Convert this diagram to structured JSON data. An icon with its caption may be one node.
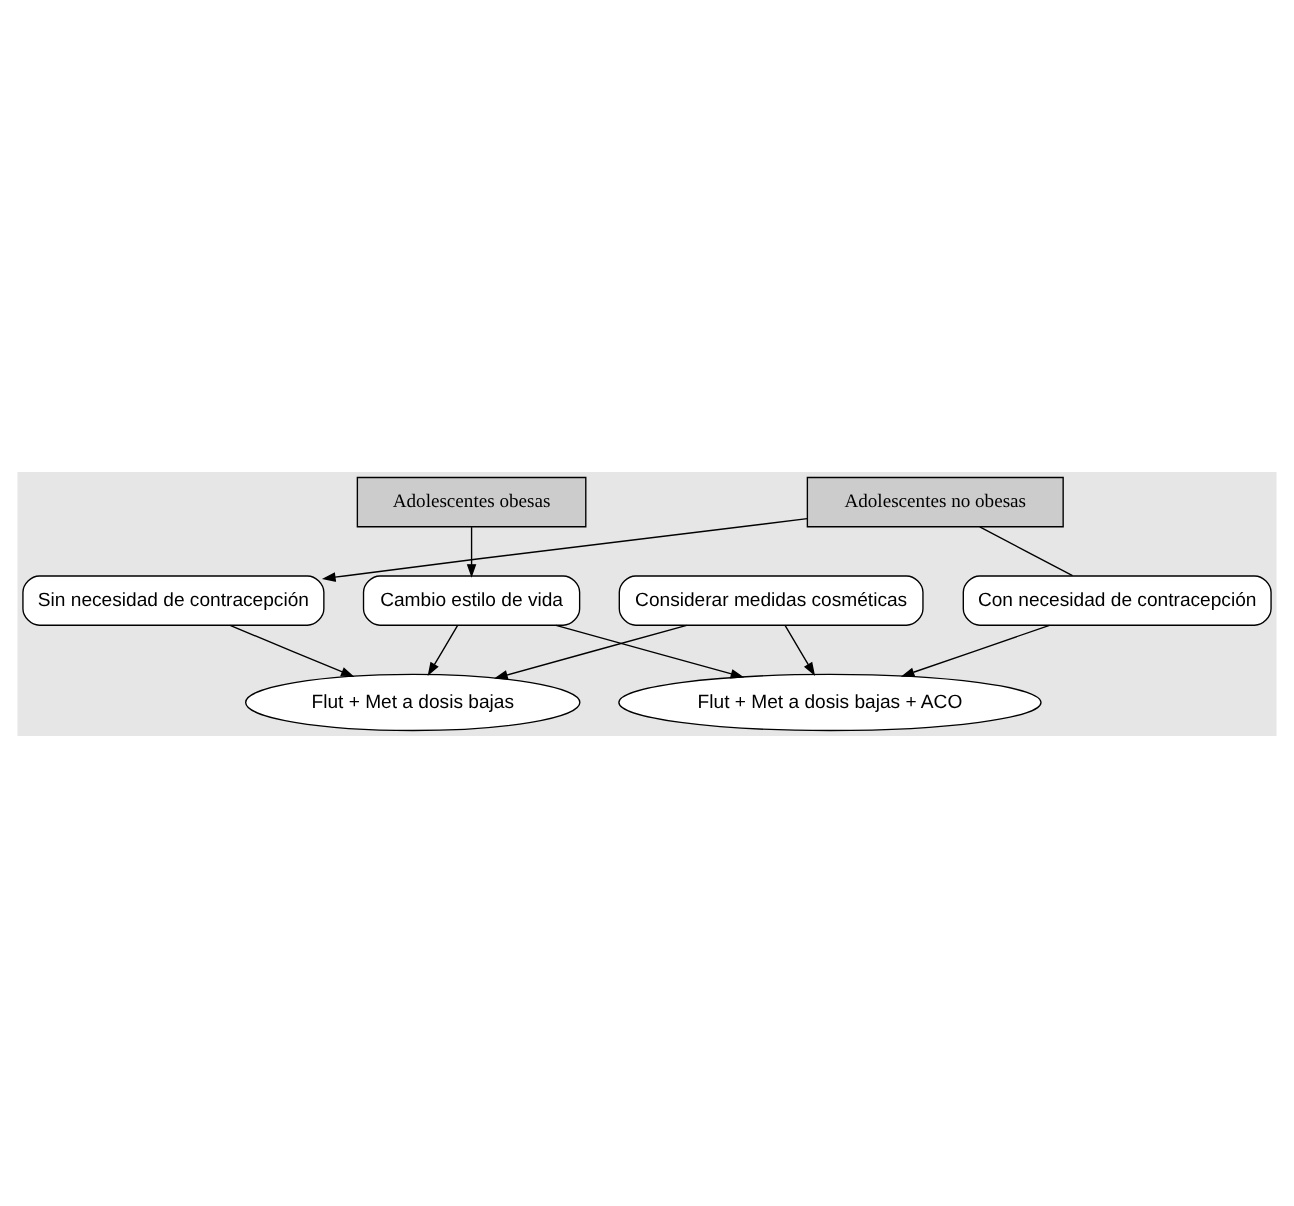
{
  "diagram": {
    "nodes": [
      {
        "text": [
          "Adolescentes obesas"
        ]
      },
      {
        "text": [
          "Adolescentes no obesas"
        ]
      },
      {
        "text": [
          "Cambio estilo de vida"
        ]
      },
      {
        "text": [
          "Sin necesidad de contracepción"
        ]
      },
      {
        "text": [
          "Con necesidad de contracepción"
        ]
      },
      {
        "text": [
          "Considerar medidas cosméticas"
        ]
      },
      {
        "text": [
          "Flut + Met a dosis bajas"
        ]
      },
      {
        "text": [
          "Flut + Met a dosis bajas + ACO"
        ]
      }
    ],
    "edges": [
      {
        "from": 0,
        "to": 2,
        "arrow": "to"
      },
      {
        "from": 1,
        "to": 3,
        "arrow": "to"
      },
      {
        "from": 1,
        "to": 4,
        "arrow": "none"
      },
      {
        "from": 3,
        "to": 6,
        "arrow": "to"
      },
      {
        "from": 5,
        "to": 6,
        "arrow": "to"
      },
      {
        "from": 2,
        "to": 6,
        "arrow": "to"
      },
      {
        "from": 2,
        "to": 7,
        "arrow": "to"
      },
      {
        "from": 5,
        "to": 7,
        "arrow": "to"
      },
      {
        "from": 4,
        "to": 7,
        "arrow": "to"
      }
    ]
  }
}
